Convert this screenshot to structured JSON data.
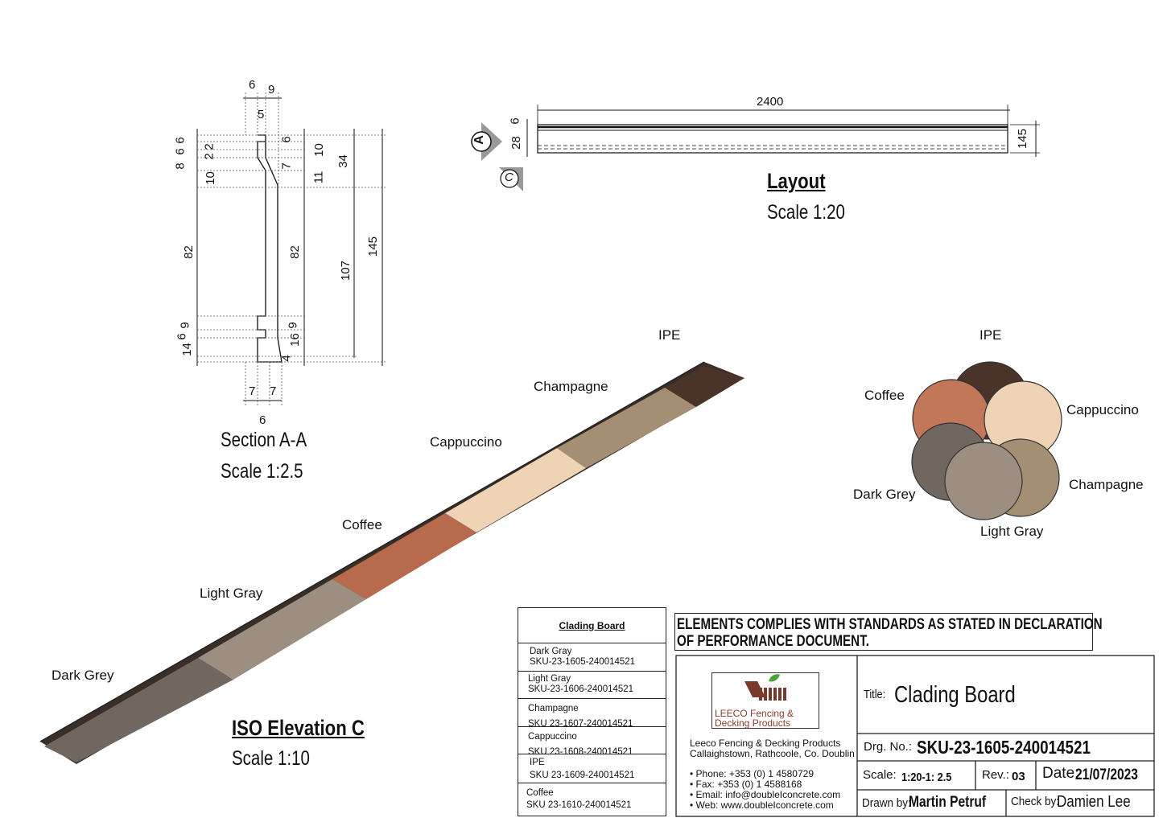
{
  "section": {
    "title": "Section A-A",
    "scale": "Scale 1:2.5",
    "dims_top": [
      "6",
      "9",
      "5"
    ],
    "dims_left": [
      "8",
      "6",
      "6",
      "2",
      "2",
      "10",
      "82",
      "14",
      "6",
      "9"
    ],
    "dims_mid_right": [
      "6",
      "7",
      "10",
      "11",
      "82",
      "9",
      "16",
      "4"
    ],
    "dims_right": [
      "34",
      "107",
      "145"
    ],
    "dims_bottom": [
      "7",
      "7",
      "6"
    ]
  },
  "layout": {
    "title": "Layout",
    "scale": "Scale 1:20",
    "length": "2400",
    "height": "145",
    "left_dims": [
      "6",
      "28"
    ],
    "marker_a": "A",
    "marker_c": "C"
  },
  "iso": {
    "title": "ISO Elevation C",
    "scale": "Scale 1:10",
    "labels": [
      "Dark Grey",
      "Light Gray",
      "Coffee",
      "Cappuccino",
      "Champagne",
      "IPE"
    ],
    "colors": {
      "dark_grey": "#6f6760",
      "light_gray": "#9c8e80",
      "coffee": "#b86a4d",
      "cappuccino": "#efd3b5",
      "champagne": "#a58f74",
      "ipe": "#4a3328"
    }
  },
  "swatches": {
    "labels": [
      "IPE",
      "Coffee",
      "Cappuccino",
      "Dark Grey",
      "Champagne",
      "Light Gray"
    ]
  },
  "sku_table": {
    "header": "Clading Board",
    "rows": [
      {
        "name": "Dark Gray",
        "sku": "SKU-23-1605-240014521"
      },
      {
        "name": "Light Gray",
        "sku": "SKU-23-1606-240014521"
      },
      {
        "name": "Champagne",
        "sku": "SKU 23-1607-240014521"
      },
      {
        "name": "Cappuccino",
        "sku": "SKU 23-1608-240014521"
      },
      {
        "name": "IPE",
        "sku": "SKU 23-1609-240014521"
      },
      {
        "name": "Coffee",
        "sku": "SKU 23-1610-240014521"
      }
    ]
  },
  "compliance": {
    "line1": "ELEMENTS COMPLIES WITH STANDARDS AS STATED IN DECLARATION",
    "line2": "OF PERFORMANCE DOCUMENT."
  },
  "title_block": {
    "logo_line1": "LEECO Fencing &",
    "logo_line2": "Decking Products",
    "company": "Leeco Fencing & Decking Products",
    "address": "Callaighstown, Rathcoole, Co. Doublin",
    "phone": "Phone: +353 (0) 1 4580729",
    "fax": "Fax: +353 (0) 1 4588168",
    "email": "Email: info@doubleIconcrete.com",
    "web": "Web: www.doubleIconcrete.com",
    "title_label": "Title:",
    "title_value": "Clading Board",
    "drg_label": "Drg. No.:",
    "drg_value": "SKU-23-1605-240014521",
    "scale_label": "Scale:",
    "scale_value": "1:20-1: 2.5",
    "rev_label": "Rev.:",
    "rev_value": "03",
    "date_label": "Date:",
    "date_value": "21/07/2023",
    "drawn_label": "Drawn by:",
    "drawn_value": "Martin Petruf",
    "check_label": "Check by:",
    "check_value": "Damien Lee"
  }
}
